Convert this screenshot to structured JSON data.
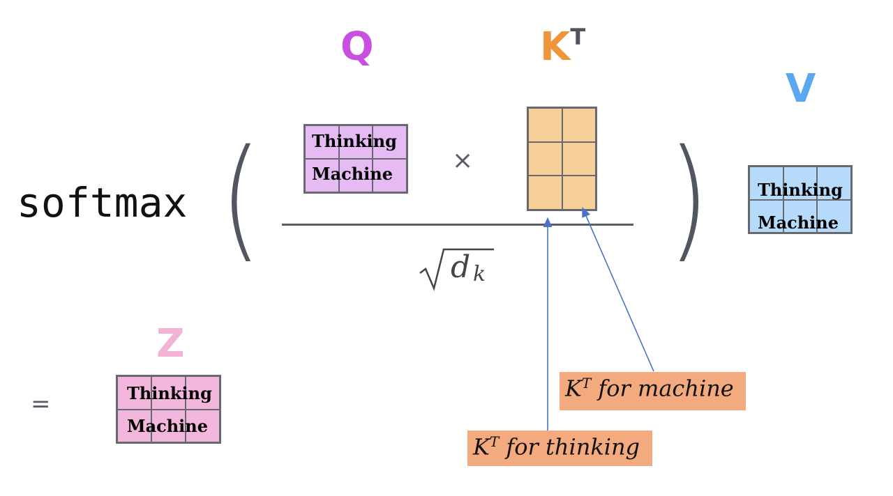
{
  "formula": {
    "function_name": "softmax",
    "left_paren": "(",
    "right_paren": ")",
    "multiply": "×",
    "equals": "=",
    "denominator": {
      "radical": "√",
      "var": "d",
      "subscript": "k"
    }
  },
  "matrices": {
    "q": {
      "label": "Q",
      "color": "#c94fe0",
      "fill": "#e6bbf4",
      "rows": 2,
      "cols": 3,
      "row_labels": [
        "Thinking",
        "Machine"
      ]
    },
    "kt": {
      "label": "K",
      "superscript": "T",
      "color": "#f0963a",
      "sup_color": "#4f535a",
      "fill": "#f7cf98",
      "rows": 3,
      "cols": 2
    },
    "v": {
      "label": "V",
      "color": "#5aa9f0",
      "fill": "#b6dbfa",
      "rows": 2,
      "cols": 3,
      "row_labels": [
        "Thinking",
        "Machine"
      ]
    },
    "z": {
      "label": "Z",
      "color": "#f2b3d6",
      "fill": "#f3b6dc",
      "rows": 2,
      "cols": 3,
      "row_labels": [
        "Thinking",
        "Machine"
      ]
    }
  },
  "annotations": [
    {
      "k": "K",
      "t": "T",
      "text": "for machine",
      "fill": "#f2aa7e"
    },
    {
      "k": "K",
      "t": "T",
      "text": "for thinking",
      "fill": "#f2aa7e"
    }
  ],
  "arrow_color": "#4a74c6"
}
